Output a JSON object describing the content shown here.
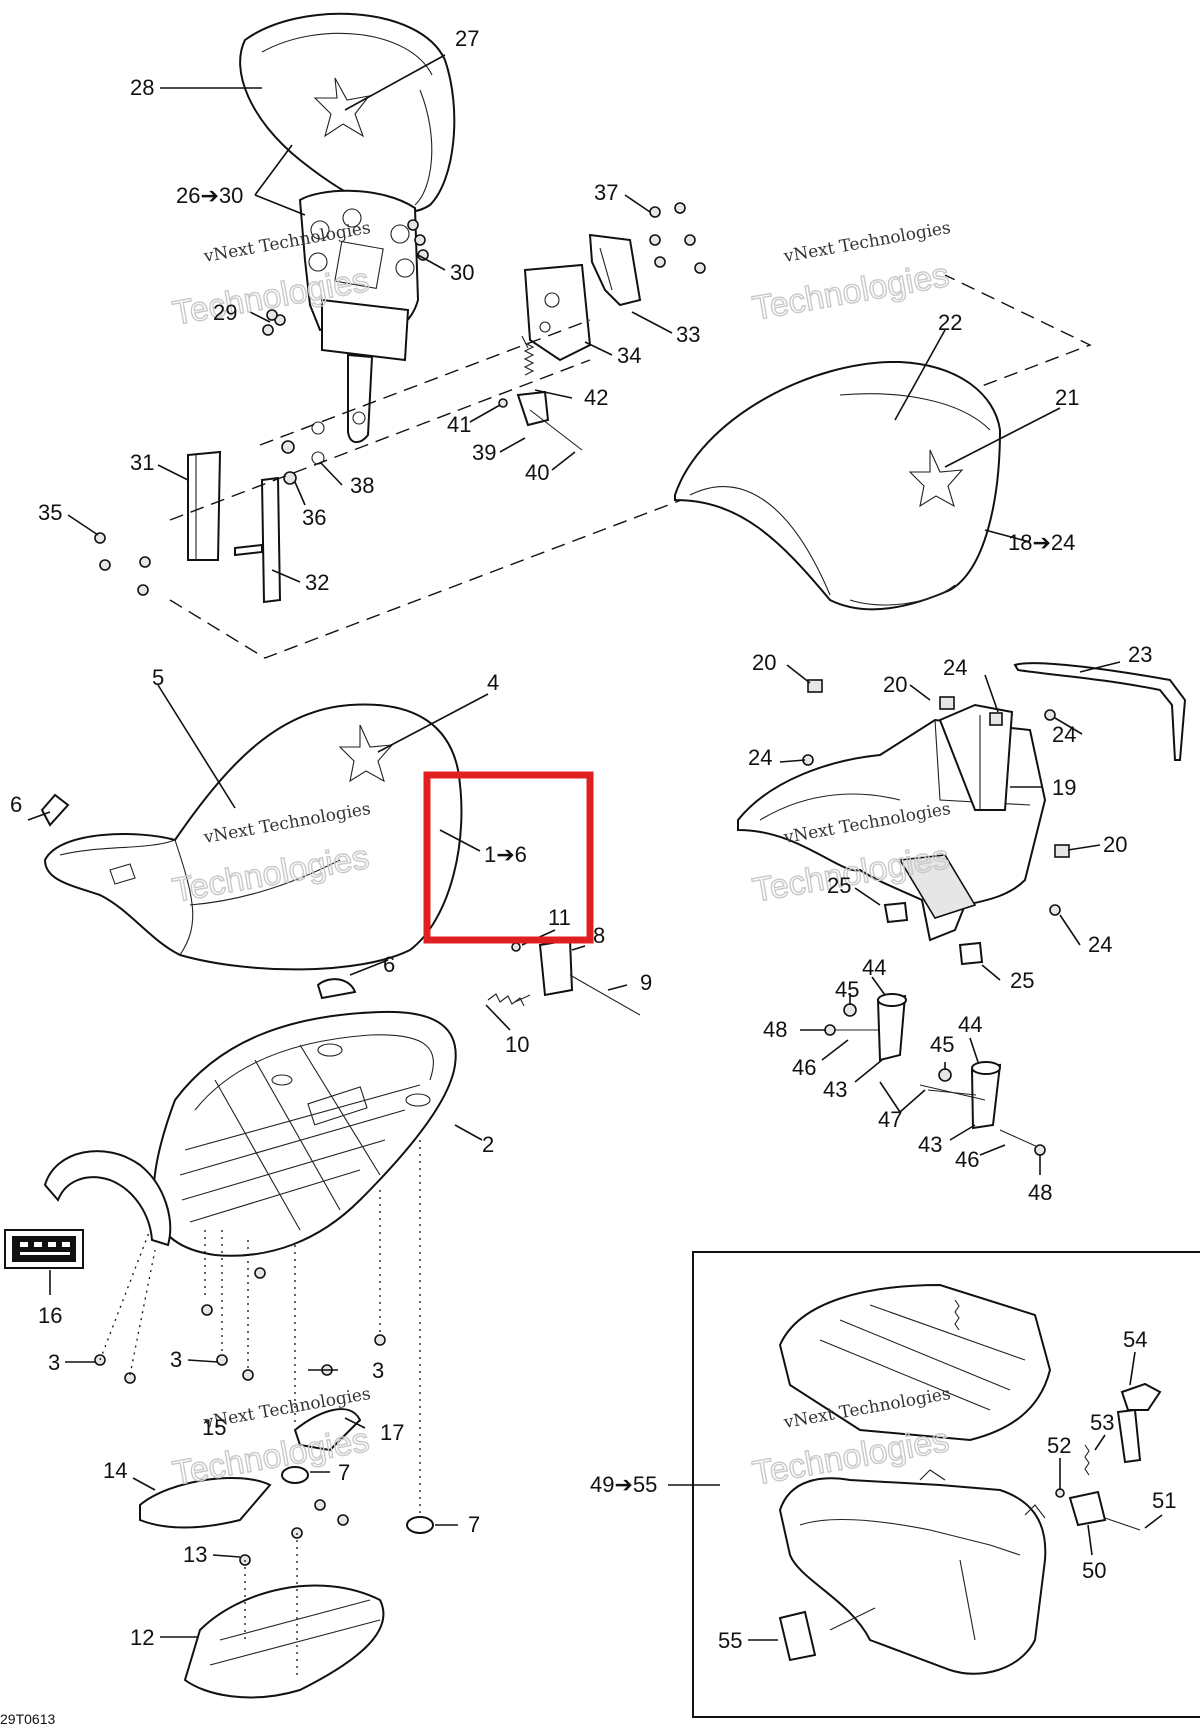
{
  "callouts": {
    "c27": "27",
    "c28": "28",
    "c26_30": "26➔30",
    "c30": "30",
    "c29": "29",
    "c37": "37",
    "c33": "33",
    "c34": "34",
    "c42": "42",
    "c41": "41",
    "c39": "39",
    "c40": "40",
    "c38": "38",
    "c36": "36",
    "c31": "31",
    "c35": "35",
    "c32": "32",
    "c22": "22",
    "c21": "21",
    "c18_24": "18➔24",
    "c5": "5",
    "c4": "4",
    "c6a": "6",
    "c1_6": "1➔6",
    "c11": "11",
    "c8": "8",
    "c9": "9",
    "c6b": "6",
    "c10": "10",
    "c2": "2",
    "c16": "16",
    "c3a": "3",
    "c3b": "3",
    "c3c": "3",
    "c15": "15",
    "c17": "17",
    "c7a": "7",
    "c7b": "7",
    "c14": "14",
    "c13": "13",
    "c12": "12",
    "c20a": "20",
    "c20b": "20",
    "c24a": "24",
    "c23": "23",
    "c24b": "24",
    "c24c": "24",
    "c19": "19",
    "c20c": "20",
    "c25a": "25",
    "c24d": "24",
    "c25b": "25",
    "c44a": "44",
    "c45a": "45",
    "c48a": "48",
    "c46a": "46",
    "c43a": "43",
    "c45b": "45",
    "c44b": "44",
    "c47": "47",
    "c43b": "43",
    "c46b": "46",
    "c48b": "48",
    "c54": "54",
    "c53": "53",
    "c52": "52",
    "c49_55": "49➔55",
    "c51": "51",
    "c50": "50",
    "c55": "55"
  },
  "watermark": {
    "line1": "vNext Technologies",
    "line2": "Technologies"
  },
  "footer": {
    "code": "29T0613"
  },
  "highlight": {
    "color": "#e02020"
  }
}
